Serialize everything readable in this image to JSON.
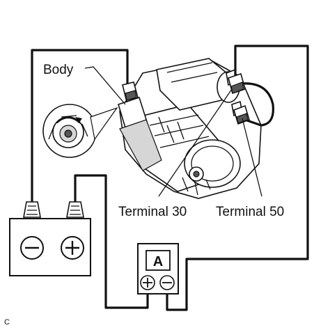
{
  "labels": {
    "body": "Body",
    "terminal_30": "Terminal 30",
    "terminal_50": "Terminal 50",
    "ammeter": "A",
    "corner_code": "C"
  },
  "icons": {
    "battery_negative": "minus-circle",
    "battery_positive": "plus-circle",
    "ammeter_positive": "plus-circle",
    "ammeter_negative": "minus-circle"
  },
  "colors": {
    "line": "#111111",
    "background": "#ffffff",
    "shade": "#d6d6d6"
  }
}
